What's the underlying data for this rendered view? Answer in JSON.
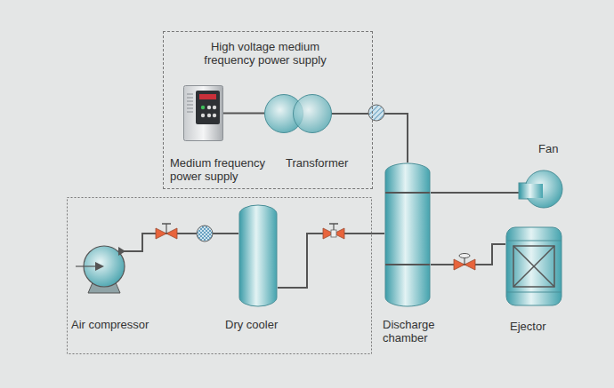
{
  "diagram": {
    "nodes": [
      {
        "text": [
          "High voltage medium frequency power supply"
        ]
      },
      {
        "text": [
          "Medium frequency power supply"
        ],
        "in": 0
      },
      {
        "text": [
          "Transformer"
        ],
        "in": 0
      },
      {
        "text": [
          "Air compressor"
        ]
      },
      {
        "text": [
          "Dry cooler"
        ]
      },
      {
        "text": [
          "Discharge chamber"
        ]
      },
      {
        "text": [
          "Fan"
        ]
      },
      {
        "text": [
          "Ejector"
        ]
      }
    ],
    "edges": [
      {
        "from": 1,
        "to": 2,
        "arrow": "none"
      },
      {
        "from": 2,
        "to": 5,
        "arrow": "none"
      },
      {
        "from": 3,
        "to": 4,
        "arrow": "none"
      },
      {
        "from": 4,
        "to": 5,
        "arrow": "none"
      },
      {
        "from": 5,
        "to": 6,
        "arrow": "none"
      },
      {
        "from": 5,
        "to": 7,
        "arrow": "none"
      }
    ]
  }
}
